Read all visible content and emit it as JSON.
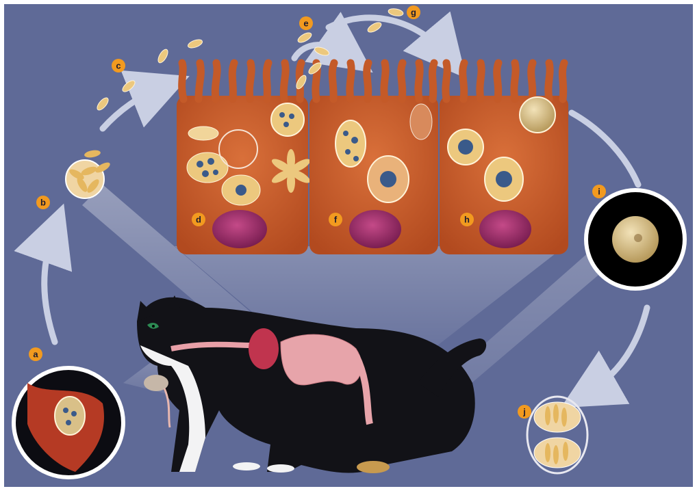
{
  "diagram": {
    "background_color": "#5f6a97",
    "labels": [
      {
        "id": "a",
        "text": "a"
      },
      {
        "id": "b",
        "text": "b"
      },
      {
        "id": "c",
        "text": "c"
      },
      {
        "id": "d",
        "text": "d"
      },
      {
        "id": "e",
        "text": "e"
      },
      {
        "id": "f",
        "text": "f"
      },
      {
        "id": "g",
        "text": "g"
      },
      {
        "id": "h",
        "text": "h"
      },
      {
        "id": "i",
        "text": "i"
      },
      {
        "id": "j",
        "text": "j"
      }
    ],
    "colors": {
      "label_badge": "#f29a1f",
      "epithelium": "#c8582a",
      "nucleus": "#a8326a",
      "parasite": "#e8c078",
      "parasite_dot": "#3a5a8a",
      "arrow": "#c9cfe3",
      "oocyst": "#d8c69a"
    },
    "icons": [
      "cat-illustration",
      "mouse-prey",
      "tissue-cyst-inset",
      "oocyst-inset",
      "sporulated-oocyst"
    ]
  }
}
